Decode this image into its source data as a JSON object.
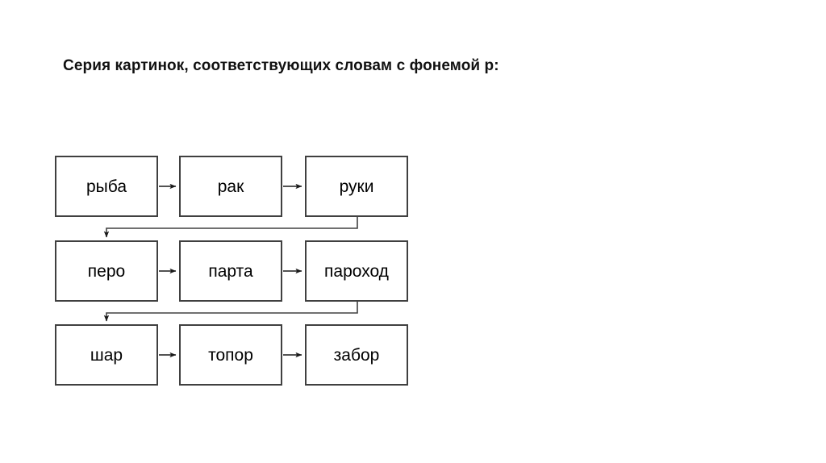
{
  "title": "Серия картинок, соответствующих словам с фонемой р:",
  "colors": {
    "background": "#ffffff",
    "box_border": "#404040",
    "text": "#000000",
    "title_text": "#111111",
    "connector": "#404040"
  },
  "diagram": {
    "type": "flowchart",
    "rows": [
      {
        "row_index": 0,
        "nodes": [
          {
            "label": "рыба"
          },
          {
            "label": "рак"
          },
          {
            "label": "руки"
          }
        ]
      },
      {
        "row_index": 1,
        "nodes": [
          {
            "label": "перо"
          },
          {
            "label": "парта"
          },
          {
            "label": "пароход"
          }
        ]
      },
      {
        "row_index": 2,
        "nodes": [
          {
            "label": "шар"
          },
          {
            "label": "топор"
          },
          {
            "label": "забор"
          }
        ]
      }
    ],
    "connectors": {
      "inline_arrow": "arrow-right-icon",
      "wrap_arrow": "arrow-wrap-down-icon",
      "inline_count": 6,
      "wrap_count": 2
    }
  }
}
